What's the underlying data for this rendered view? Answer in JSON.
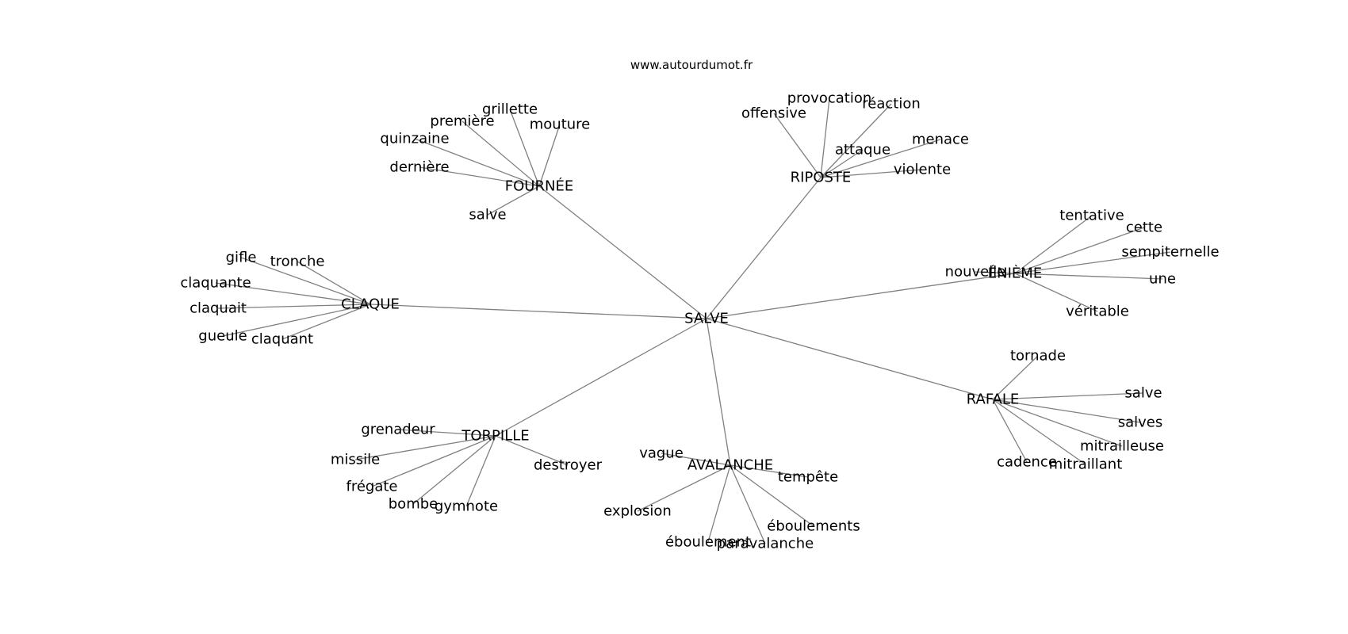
{
  "source": "www.autourdumot.fr",
  "center": "SALVE",
  "clusters": [
    {
      "hub": "FOURNÉE",
      "leaves": [
        "grillette",
        "première",
        "mouture",
        "quinzaine",
        "dernière",
        "salve"
      ]
    },
    {
      "hub": "RIPOSTE",
      "leaves": [
        "provocation",
        "offensive",
        "réaction",
        "attaque",
        "menace",
        "violente"
      ]
    },
    {
      "hub": "ÉNIÈME",
      "leaves": [
        "tentative",
        "cette",
        "sempiternelle",
        "nouvelle",
        "une",
        "véritable"
      ]
    },
    {
      "hub": "CLAQUE",
      "leaves": [
        "gifle",
        "tronche",
        "claquante",
        "claquait",
        "gueule",
        "claquant"
      ]
    },
    {
      "hub": "RAFALE",
      "leaves": [
        "tornade",
        "salve",
        "salves",
        "mitrailleuse",
        "cadence",
        "mitraillant"
      ]
    },
    {
      "hub": "TORPILLE",
      "leaves": [
        "grenadeur",
        "missile",
        "destroyer",
        "frégate",
        "bombe",
        "gymnote"
      ]
    },
    {
      "hub": "AVALANCHE",
      "leaves": [
        "vague",
        "tempête",
        "explosion",
        "éboulements",
        "éboulement",
        "paravalanche"
      ]
    }
  ]
}
